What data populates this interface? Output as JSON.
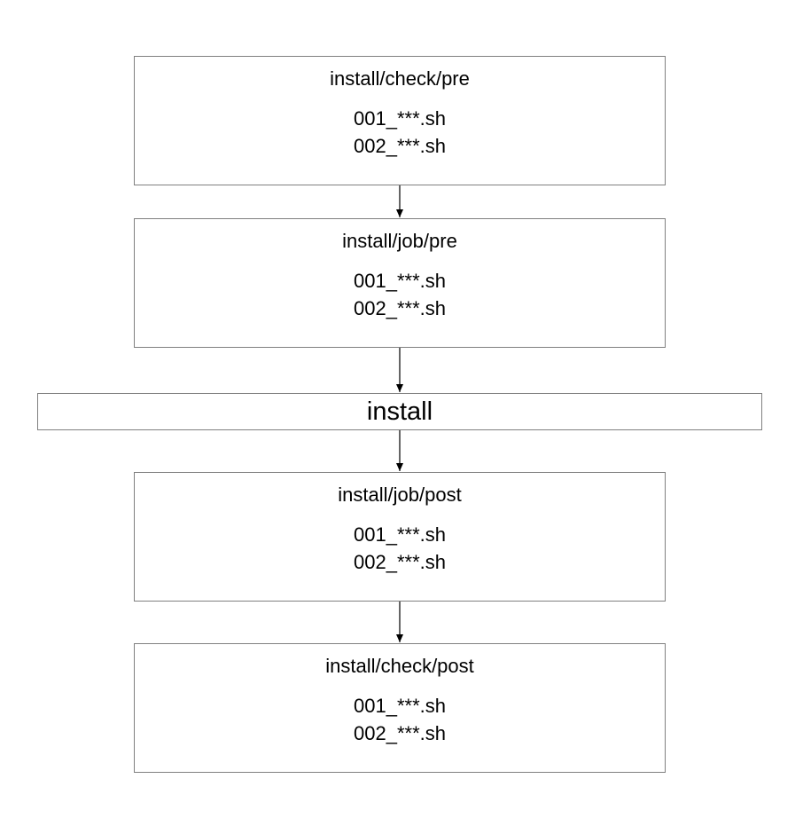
{
  "stages": [
    {
      "title": "install/check/pre",
      "files": [
        "001_***.sh",
        "002_***.sh"
      ]
    },
    {
      "title": "install/job/pre",
      "files": [
        "001_***.sh",
        "002_***.sh"
      ]
    },
    {
      "title": "install/job/post",
      "files": [
        "001_***.sh",
        "002_***.sh"
      ]
    },
    {
      "title": "install/check/post",
      "files": [
        "001_***.sh",
        "002_***.sh"
      ]
    }
  ],
  "install": {
    "label": "install"
  },
  "colors": {
    "box_border": "#808080",
    "arrow": "#000000",
    "text": "#000000"
  }
}
